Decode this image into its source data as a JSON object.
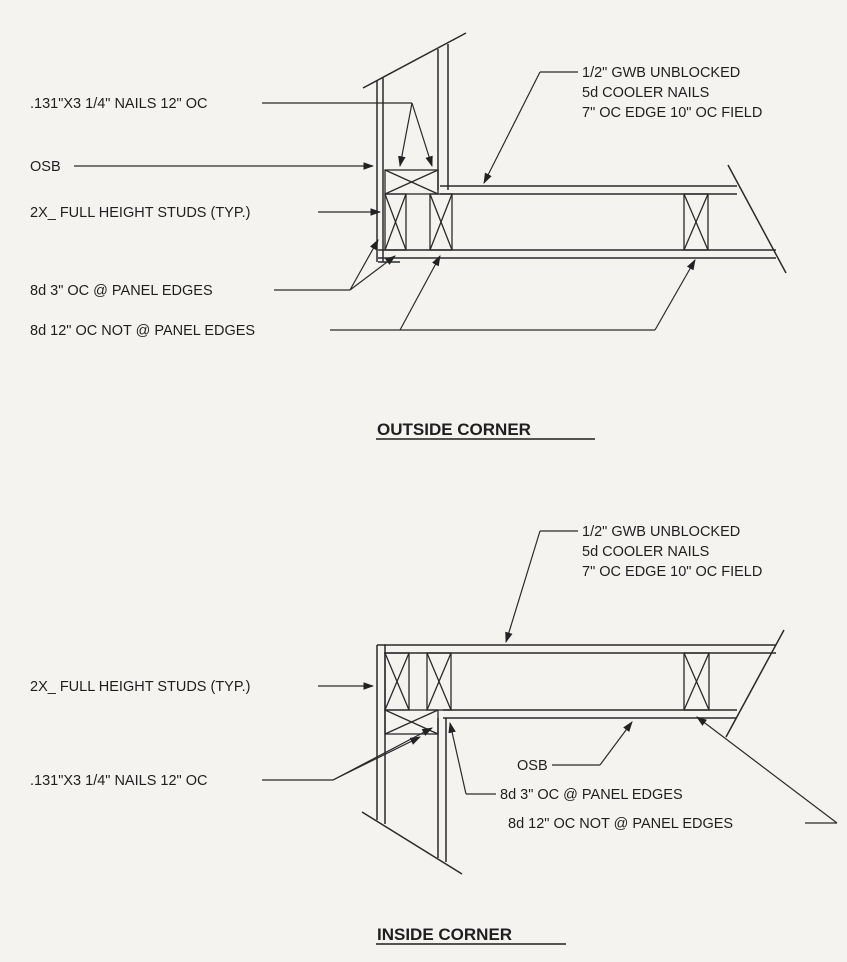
{
  "outside": {
    "title": "OUTSIDE CORNER",
    "labels": {
      "nails_131": ".131\"X3 1/4\" NAILS 12\" OC",
      "osb": "OSB",
      "studs": "2X_ FULL HEIGHT STUDS (TYP.)",
      "edge_nails": "8d 3\" OC @ PANEL EDGES",
      "field_nails": "8d 12\" OC NOT @ PANEL EDGES",
      "gwb_1": "1/2\" GWB UNBLOCKED",
      "gwb_2": "5d COOLER NAILS",
      "gwb_3": "7\" OC EDGE 10\" OC FIELD"
    }
  },
  "inside": {
    "title": "INSIDE CORNER",
    "labels": {
      "gwb_1": "1/2\" GWB UNBLOCKED",
      "gwb_2": "5d COOLER NAILS",
      "gwb_3": "7\" OC EDGE 10\" OC FIELD",
      "studs": "2X_ FULL HEIGHT STUDS (TYP.)",
      "nails_131": ".131\"X3 1/4\" NAILS 12\" OC",
      "osb": "OSB",
      "edge_nails": "8d 3\" OC @ PANEL EDGES",
      "field_nails": "8d 12\" OC NOT @ PANEL EDGES"
    }
  }
}
